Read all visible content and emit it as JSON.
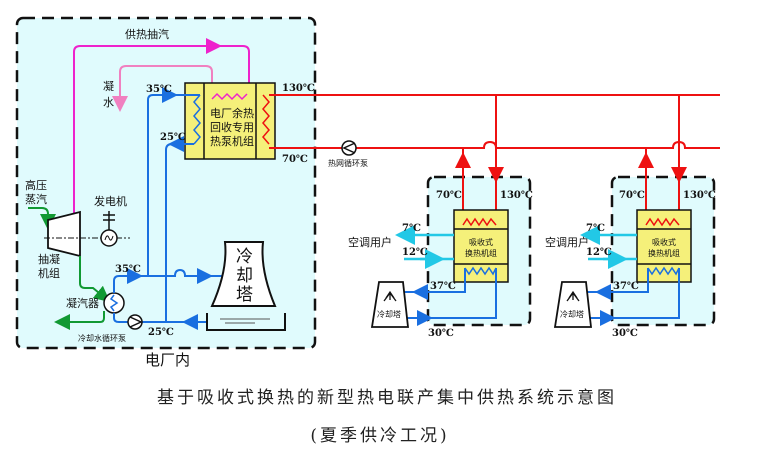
{
  "colors": {
    "region_fill": "#e0fbfd",
    "unit_fill": "#f5f07a",
    "hot_water": "#ee1111",
    "cooling_water": "#1a6fe0",
    "chilled_water": "#22c8e6",
    "extraction_steam": "#ee22cc",
    "condensate": "#f080c0",
    "steam": "#119933"
  },
  "plant": {
    "region_label": "电厂内",
    "extraction_label": "供热抽汽",
    "condensate_label_1": "凝",
    "condensate_label_2": "水",
    "heat_pump_line1": "电厂余热",
    "heat_pump_line2": "回收专用",
    "heat_pump_line3": "热泵机组",
    "hp_in_temp": "35℃",
    "hp_out_temp": "25℃",
    "supply_temp": "130℃",
    "return_temp": "70℃",
    "hp_steam_1": "高压",
    "hp_steam_2": "蒸汽",
    "turbine_1": "抽凝",
    "turbine_2": "机组",
    "generator": "发电机",
    "condenser": "凝汽器",
    "cw_pump": "冷却水循环泵",
    "cond_out_temp": "35℃",
    "cond_in_temp": "25℃",
    "tower_1": "冷",
    "tower_2": "却",
    "tower_3": "塔"
  },
  "network": {
    "pump_label": "热网循环泵"
  },
  "substations": [
    {
      "return_temp": "70℃",
      "supply_temp": "130℃",
      "unit_line1": "吸收式",
      "unit_line2": "换热机组",
      "chilled_supply": "7℃",
      "chilled_return": "12℃",
      "user_label": "空调用户",
      "cw_out": "37℃",
      "cw_in": "30℃",
      "tower_label": "冷却塔"
    },
    {
      "return_temp": "70℃",
      "supply_temp": "130℃",
      "unit_line1": "吸收式",
      "unit_line2": "换热机组",
      "chilled_supply": "7℃",
      "chilled_return": "12℃",
      "user_label": "空调用户",
      "cw_out": "37℃",
      "cw_in": "30℃",
      "tower_label": "冷却塔"
    }
  ],
  "caption": {
    "title": "基于吸收式换热的新型热电联产集中供热系统示意图",
    "subtitle": "(夏季供冷工况)"
  }
}
